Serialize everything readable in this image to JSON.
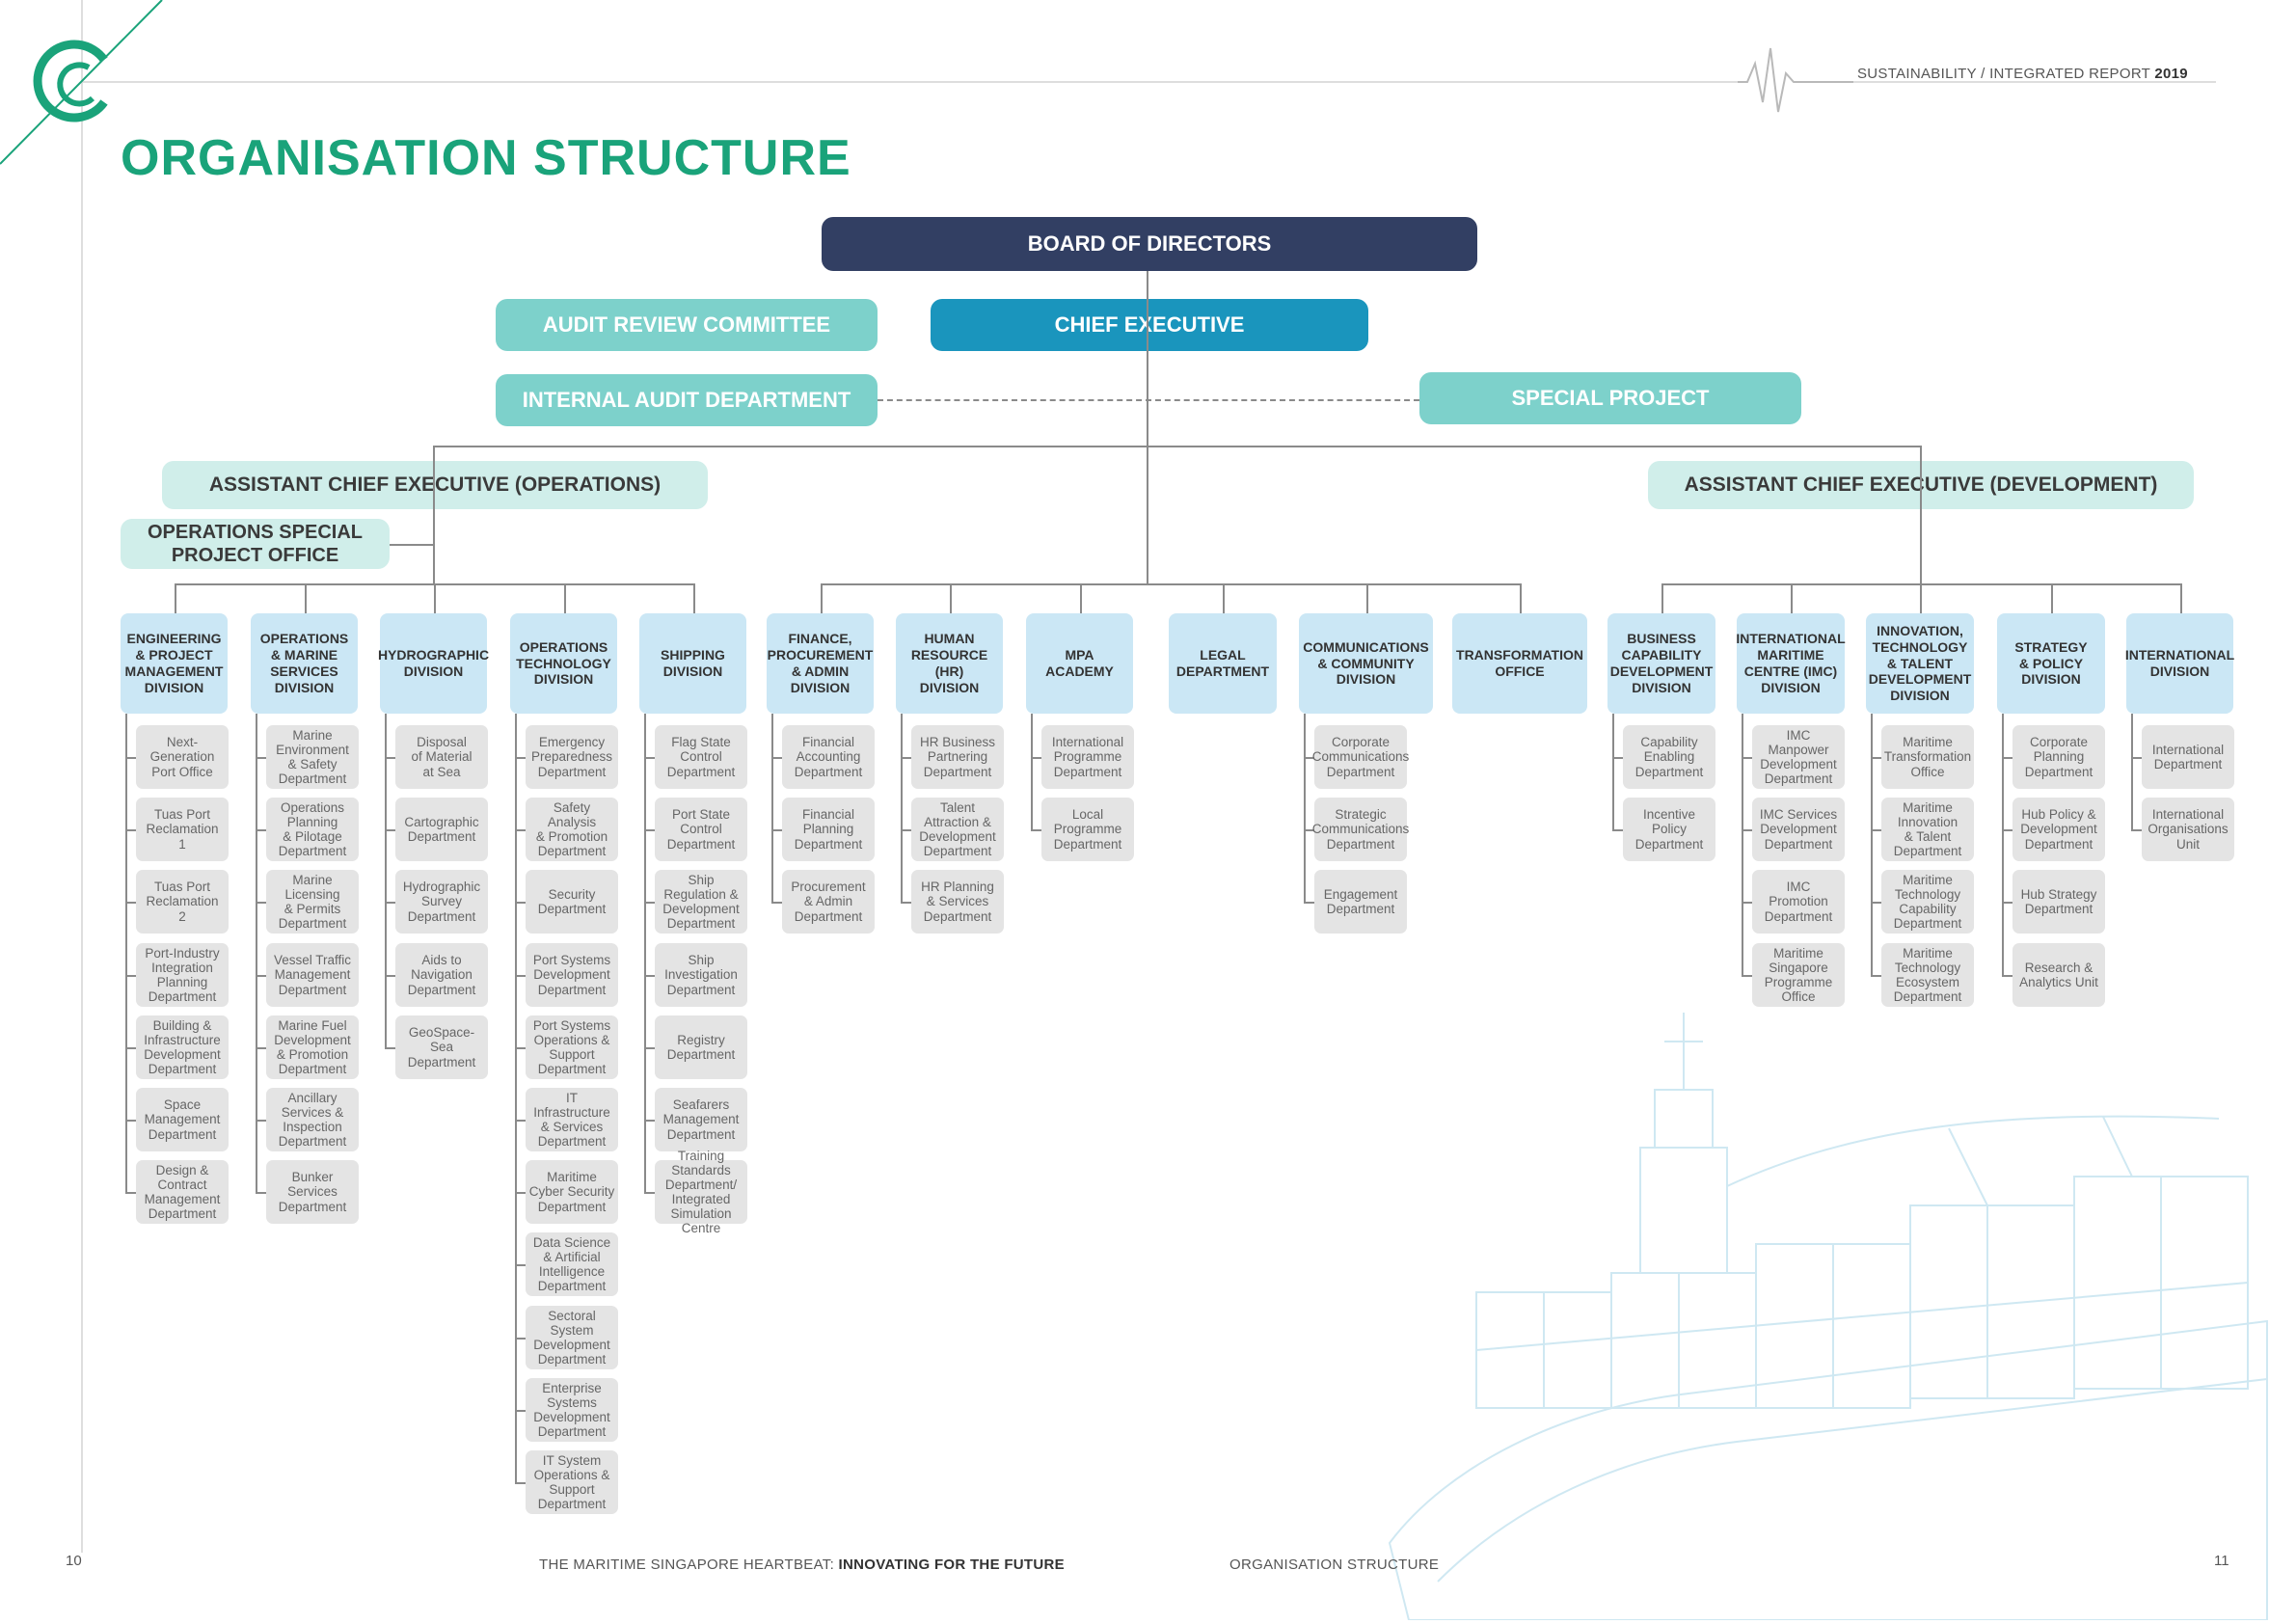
{
  "header": {
    "report_title": "SUSTAINABILITY / INTEGRATED REPORT",
    "report_year": "2019",
    "page_title": "ORGANISATION STRUCTURE"
  },
  "footer": {
    "page_left": "10",
    "page_right": "11",
    "tagline_prefix": "THE MARITIME SINGAPORE HEARTBEAT: ",
    "tagline_bold": "INNOVATING FOR THE FUTURE",
    "section": "ORGANISATION STRUCTURE"
  },
  "colors": {
    "accent": "#1aa37a",
    "board": "#323f63",
    "chief": "#1a95bd",
    "teal": "#7dd1cb",
    "mint": "#d0eeea",
    "division": "#cbe7f5",
    "department": "#e4e4e4"
  },
  "top": {
    "board": "BOARD OF DIRECTORS",
    "audit_committee": "AUDIT REVIEW COMMITTEE",
    "chief_executive": "CHIEF EXECUTIVE",
    "internal_audit": "INTERNAL AUDIT DEPARTMENT",
    "special_project": "SPECIAL PROJECT",
    "ace_operations": "ASSISTANT CHIEF EXECUTIVE (OPERATIONS)",
    "ace_development": "ASSISTANT CHIEF EXECUTIVE (DEVELOPMENT)",
    "ops_special_office": "OPERATIONS SPECIAL\nPROJECT OFFICE"
  },
  "divisions": [
    {
      "name": "ENGINEERING\n& PROJECT\nMANAGEMENT\nDIVISION",
      "departments": [
        "Next-\nGeneration\nPort Office",
        "Tuas Port\nReclamation\n1",
        "Tuas Port\nReclamation\n2",
        "Port-Industry\nIntegration\nPlanning\nDepartment",
        "Building &\nInfrastructure\nDevelopment\nDepartment",
        "Space\nManagement\nDepartment",
        "Design &\nContract\nManagement\nDepartment"
      ]
    },
    {
      "name": "OPERATIONS\n& MARINE\nSERVICES\nDIVISION",
      "departments": [
        "Marine\nEnvironment\n& Safety\nDepartment",
        "Operations\nPlanning\n& Pilotage\nDepartment",
        "Marine\nLicensing\n& Permits\nDepartment",
        "Vessel Traffic\nManagement\nDepartment",
        "Marine Fuel\nDevelopment\n& Promotion\nDepartment",
        "Ancillary\nServices &\nInspection\nDepartment",
        "Bunker\nServices\nDepartment"
      ]
    },
    {
      "name": "HYDROGRAPHIC\nDIVISION",
      "departments": [
        "Disposal\nof Material\nat Sea",
        "Cartographic\nDepartment",
        "Hydrographic\nSurvey\nDepartment",
        "Aids to\nNavigation\nDepartment",
        "GeoSpace-Sea\nDepartment"
      ]
    },
    {
      "name": "OPERATIONS\nTECHNOLOGY\nDIVISION",
      "departments": [
        "Emergency\nPreparedness\nDepartment",
        "Safety Analysis\n& Promotion\nDepartment",
        "Security\nDepartment",
        "Port Systems\nDevelopment\nDepartment",
        "Port Systems\nOperations &\nSupport\nDepartment",
        "IT\nInfrastructure\n& Services\nDepartment",
        "Maritime\nCyber Security\nDepartment",
        "Data Science\n& Artificial\nIntelligence\nDepartment",
        "Sectoral\nSystem\nDevelopment\nDepartment",
        "Enterprise\nSystems\nDevelopment\nDepartment",
        "IT System\nOperations &\nSupport\nDepartment"
      ]
    },
    {
      "name": "SHIPPING\nDIVISION",
      "departments": [
        "Flag State\nControl\nDepartment",
        "Port State\nControl\nDepartment",
        "Ship\nRegulation &\nDevelopment\nDepartment",
        "Ship\nInvestigation\nDepartment",
        "Registry\nDepartment",
        "Seafarers\nManagement\nDepartment",
        "Training\nStandards\nDepartment/\nIntegrated\nSimulation\nCentre"
      ]
    },
    {
      "name": "FINANCE,\nPROCUREMENT\n& ADMIN\nDIVISION",
      "departments": [
        "Financial\nAccounting\nDepartment",
        "Financial\nPlanning\nDepartment",
        "Procurement\n& Admin\nDepartment"
      ]
    },
    {
      "name": "HUMAN\nRESOURCE\n(HR)\nDIVISION",
      "departments": [
        "HR Business\nPartnering\nDepartment",
        "Talent\nAttraction &\nDevelopment\nDepartment",
        "HR Planning\n& Services\nDepartment"
      ]
    },
    {
      "name": "MPA\nACADEMY",
      "departments": [
        "International\nProgramme\nDepartment",
        "Local\nProgramme\nDepartment"
      ]
    },
    {
      "name": "LEGAL\nDEPARTMENT",
      "departments": []
    },
    {
      "name": "COMMUNICATIONS\n& COMMUNITY\nDIVISION",
      "departments": [
        "Corporate\nCommunications\nDepartment",
        "Strategic\nCommunications\nDepartment",
        "Engagement\nDepartment"
      ]
    },
    {
      "name": "TRANSFORMATION\nOFFICE",
      "departments": []
    },
    {
      "name": "BUSINESS\nCAPABILITY\nDEVELOPMENT\nDIVISION",
      "departments": [
        "Capability\nEnabling\nDepartment",
        "Incentive\nPolicy\nDepartment"
      ]
    },
    {
      "name": "INTERNATIONAL\nMARITIME\nCENTRE (IMC)\nDIVISION",
      "departments": [
        "IMC Manpower\nDevelopment\nDepartment",
        "IMC Services\nDevelopment\nDepartment",
        "IMC\nPromotion\nDepartment",
        "Maritime\nSingapore\nProgramme\nOffice"
      ]
    },
    {
      "name": "INNOVATION,\nTECHNOLOGY\n& TALENT\nDEVELOPMENT\nDIVISION",
      "departments": [
        "Maritime\nTransformation\nOffice",
        "Maritime\nInnovation\n& Talent\nDepartment",
        "Maritime\nTechnology\nCapability\nDepartment",
        "Maritime\nTechnology\nEcosystem\nDepartment"
      ]
    },
    {
      "name": "STRATEGY\n& POLICY\nDIVISION",
      "departments": [
        "Corporate\nPlanning\nDepartment",
        "Hub Policy &\nDevelopment\nDepartment",
        "Hub Strategy\nDepartment",
        "Research &\nAnalytics Unit"
      ]
    },
    {
      "name": "INTERNATIONAL\nDIVISION",
      "departments": [
        "International\nDepartment",
        "International\nOrganisations\nUnit"
      ]
    }
  ]
}
